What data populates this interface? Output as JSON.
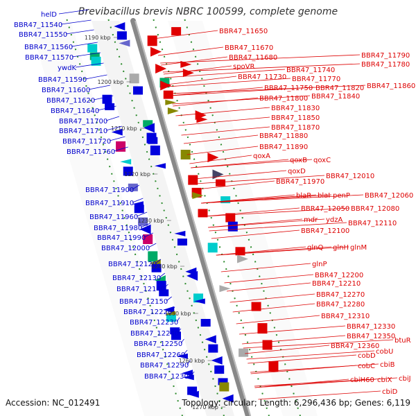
{
  "title": "Brevibacillus brevis NBRC 100599, complete genome",
  "footer": {
    "accession": "Accession: NC_012491",
    "summary": "Topology: circular; Length: 6,296,436 bp; Genes: 6,119"
  },
  "colors": {
    "left_label": "#0000cc",
    "right_label": "#dd0000",
    "backbone": "#888888",
    "ticks": "#2a8a2a"
  },
  "kbp_ticks": [
    "1190 kbp",
    "1200 kbp",
    "1210 kbp",
    "1220 kbp",
    "1230 kbp",
    "1240 kbp",
    "1250 kbp",
    "1260 kbp",
    "1270 kbp"
  ],
  "left_labels": [
    "helD",
    "BBR47_11540",
    "BBR47_11550",
    "BBR47_11560",
    "BBR47_11570",
    "ywdK",
    "BBR47_11590",
    "BBR47_11600",
    "BBR47_11620",
    "BBR47_11640",
    "BBR47_11700",
    "BBR47_11710",
    "BBR47_11720",
    "BBR47_11760",
    "BBR47_11900",
    "BBR47_11910",
    "BBR47_11960",
    "BBR47_11980",
    "BBR47_11990",
    "BBR47_12000",
    "BBR47_12120",
    "BBR47_12130",
    "BBR47_12140",
    "BBR47_12150",
    "BBR47_12220",
    "BBR47_12230",
    "BBR47_12240",
    "BBR47_12250",
    "BBR47_12260",
    "BBR47_12290",
    "BBR47_12300"
  ],
  "right_labels": [
    "BBR47_11650",
    "BBR47_11670",
    "BBR47_11680",
    "spoVR",
    "BBR47_11790",
    "BBR47_11780",
    "BBR47_11740",
    "BBR47_11730",
    "BBR47_11770",
    "BBR47_11860",
    "BBR47_11750",
    "BBR47_11820",
    "BBR47_11840",
    "BBR47_11800",
    "BBR47_11830",
    "BBR47_11850",
    "BBR47_11870",
    "BBR47_11880",
    "BBR47_11890",
    "qoxA",
    "qoxB",
    "qoxC",
    "qoxD",
    "BBR47_12010",
    "BBR47_11970",
    "blaR",
    "blaI",
    "penP",
    "BBR47_12060",
    "BBR47_12050",
    "BBR47_12080",
    "mdr",
    "ydzA",
    "BBR47_12110",
    "BBR47_12100",
    "glnQ",
    "glnH",
    "glnM",
    "glnP",
    "BBR47_12200",
    "BBR47_12210",
    "BBR47_12270",
    "BBR47_12280",
    "BBR47_12310",
    "BBR47_12330",
    "BBR47_12350",
    "btuR",
    "BBR47_12360",
    "cobU",
    "cobD",
    "cobC",
    "cbiB",
    "cbiH60",
    "cbiX",
    "cbiJ",
    "cbiD"
  ]
}
